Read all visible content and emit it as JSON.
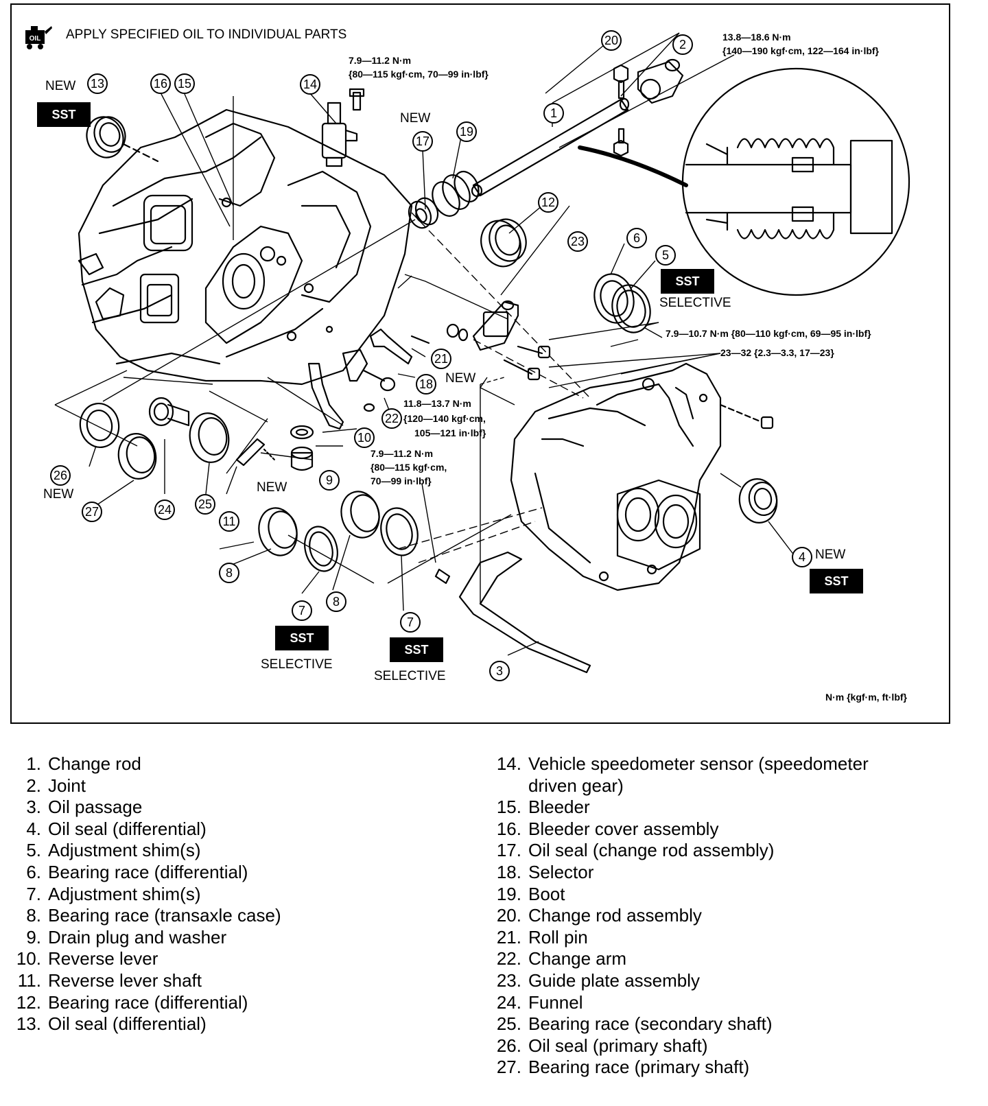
{
  "header": {
    "oil_note": "APPLY SPECIFIED OIL TO INDIVIDUAL PARTS",
    "oil_icon_label": "OIL"
  },
  "torque": {
    "t14_line1": "7.9—11.2 N·m",
    "t14_line2": "{80—115 kgf·cm, 70—99 in·lbf}",
    "t2_line1": "13.8—18.6 N·m",
    "t2_line2": "{140—190 kgf·cm, 122—164 in·lbf}",
    "t23a": "7.9—10.7 N·m {80—110 kgf·cm, 69—95 in·lbf}",
    "t23b": "23—32 {2.3—3.3, 17—23}",
    "t22_line1": "11.8—13.7 N·m",
    "t22_line2": "{120—140 kgf·cm,",
    "t22_line3": "105—121 in·lbf}",
    "t3_line1": "7.9—11.2 N·m",
    "t3_line2": "{80—115 kgf·cm,",
    "t3_line3": "70—99 in·lbf}",
    "units": "N·m {kgf·m, ft·lbf}"
  },
  "tags": {
    "new": "NEW",
    "sst": "SST",
    "selective": "SELECTIVE"
  },
  "callouts": [
    "1",
    "2",
    "3",
    "4",
    "5",
    "6",
    "7",
    "7",
    "8",
    "8",
    "9",
    "10",
    "11",
    "12",
    "13",
    "14",
    "15",
    "16",
    "17",
    "18",
    "19",
    "20",
    "21",
    "22",
    "23",
    "24",
    "25",
    "26",
    "27"
  ],
  "legend": {
    "left": [
      {
        "num": "1.",
        "name": "Change rod"
      },
      {
        "num": "2.",
        "name": "Joint"
      },
      {
        "num": "3.",
        "name": "Oil passage"
      },
      {
        "num": "4.",
        "name": "Oil seal (differential)"
      },
      {
        "num": "5.",
        "name": "Adjustment shim(s)"
      },
      {
        "num": "6.",
        "name": "Bearing race (differential)"
      },
      {
        "num": "7.",
        "name": "Adjustment shim(s)"
      },
      {
        "num": "8.",
        "name": "Bearing race (transaxle case)"
      },
      {
        "num": "9.",
        "name": "Drain plug and washer"
      },
      {
        "num": "10.",
        "name": "Reverse lever"
      },
      {
        "num": "11.",
        "name": "Reverse lever shaft"
      },
      {
        "num": "12.",
        "name": "Bearing race (differential)"
      },
      {
        "num": "13.",
        "name": "Oil seal (differential)"
      }
    ],
    "right": [
      {
        "num": "14.",
        "name": "Vehicle speedometer sensor (speedometer"
      },
      {
        "num": "",
        "name": "driven gear)"
      },
      {
        "num": "15.",
        "name": "Bleeder"
      },
      {
        "num": "16.",
        "name": "Bleeder cover assembly"
      },
      {
        "num": "17.",
        "name": "Oil seal (change rod assembly)"
      },
      {
        "num": "18.",
        "name": "Selector"
      },
      {
        "num": "19.",
        "name": "Boot"
      },
      {
        "num": "20.",
        "name": "Change rod assembly"
      },
      {
        "num": "21.",
        "name": "Roll pin"
      },
      {
        "num": "22.",
        "name": "Change arm"
      },
      {
        "num": "23.",
        "name": "Guide plate assembly"
      },
      {
        "num": "24.",
        "name": "Funnel"
      },
      {
        "num": "25.",
        "name": "Bearing race (secondary shaft)"
      },
      {
        "num": "26.",
        "name": "Oil seal (primary shaft)"
      },
      {
        "num": "27.",
        "name": "Bearing race (primary shaft)"
      }
    ]
  }
}
